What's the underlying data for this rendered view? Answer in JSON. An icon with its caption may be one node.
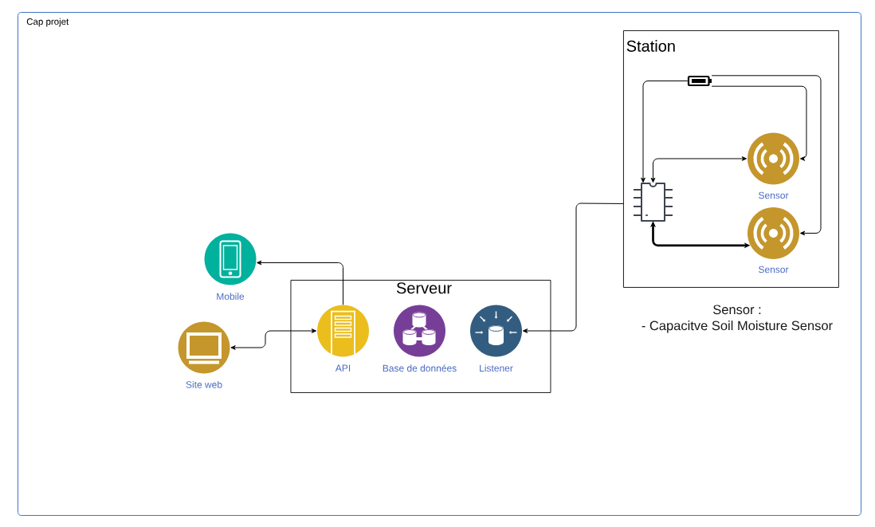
{
  "diagram": {
    "nodes": [
      {
        "text": [
          "Cap projet"
        ]
      },
      {
        "text": [
          "Station"
        ],
        "in": 0
      },
      {
        "text": [
          "Serveur"
        ],
        "in": 0
      },
      {
        "text": [],
        "shape": "picture",
        "in": 1
      },
      {
        "text": [],
        "shape": "picture",
        "in": 1
      },
      {
        "text": [
          "Sensor"
        ],
        "in": 1
      },
      {
        "text": [
          "Sensor"
        ],
        "in": 1
      },
      {
        "text": [
          "Mobile"
        ],
        "in": 0
      },
      {
        "text": [
          "Site web"
        ],
        "in": 0
      },
      {
        "text": [
          "API"
        ],
        "in": 2
      },
      {
        "text": [
          "Base de données"
        ],
        "in": 2
      },
      {
        "text": [
          "Listener"
        ],
        "in": 2
      }
    ],
    "edges": [
      {
        "from": 3,
        "to": 4,
        "arrow": "to"
      },
      {
        "from": 3,
        "to": 5,
        "arrow": "to"
      },
      {
        "from": 3,
        "to": 6,
        "arrow": "to"
      },
      {
        "from": 4,
        "to": 5,
        "arrow": "both"
      },
      {
        "from": 4,
        "to": 6,
        "arrow": "both",
        "style": "thick"
      },
      {
        "from": 1,
        "to": 11,
        "arrow": "to"
      },
      {
        "from": 9,
        "to": 7,
        "arrow": "to"
      },
      {
        "from": 8,
        "to": 9,
        "arrow": "both"
      }
    ],
    "labels": [
      "Sensor :",
      "- Capacitve Soil Moisture Sensor"
    ]
  }
}
